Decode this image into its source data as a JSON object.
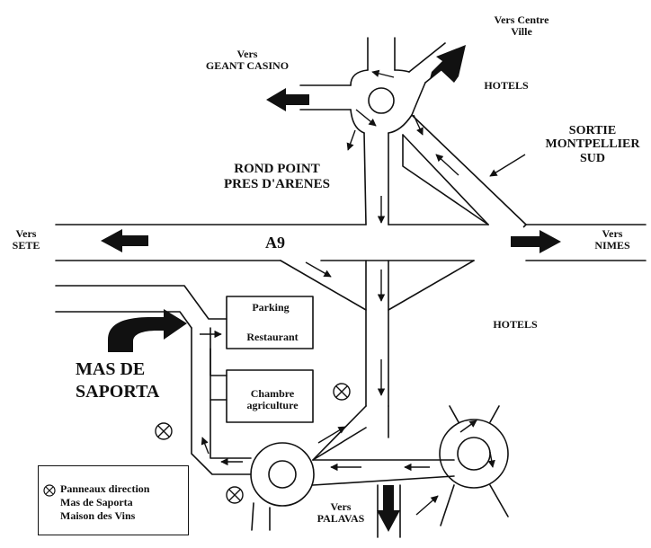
{
  "labels": {
    "vers_centre_ville": [
      "Vers Centre",
      "Ville"
    ],
    "vers_geant_casino": [
      "Vers",
      "GEANT CASINO"
    ],
    "hotels_top": "HOTELS",
    "sortie_montpellier_sud": [
      "SORTIE",
      "MONTPELLIER",
      "SUD"
    ],
    "rond_point": [
      "ROND POINT",
      "PRES D'ARENES"
    ],
    "vers_sete": [
      "Vers",
      "SETE"
    ],
    "a9": "A9",
    "vers_nimes": [
      "Vers",
      "NIMES"
    ],
    "parking": "Parking",
    "restaurant": "Restaurant",
    "hotels_bottom": "HOTELS",
    "mas_de_saporta": [
      "MAS DE",
      "SAPORTA"
    ],
    "chambre_agriculture": [
      "Chambre",
      "agriculture"
    ],
    "vers_palavas": [
      "Vers",
      "PALAVAS"
    ]
  },
  "legend": {
    "icon": "circled-x-icon",
    "lines": [
      "Panneaux direction",
      "Mas de Saporta",
      "Maison des Vins"
    ]
  },
  "sign_markers": {
    "icon": "circled-x-icon",
    "count": 3
  },
  "colors": {
    "ink": "#111111",
    "background": "#ffffff"
  }
}
